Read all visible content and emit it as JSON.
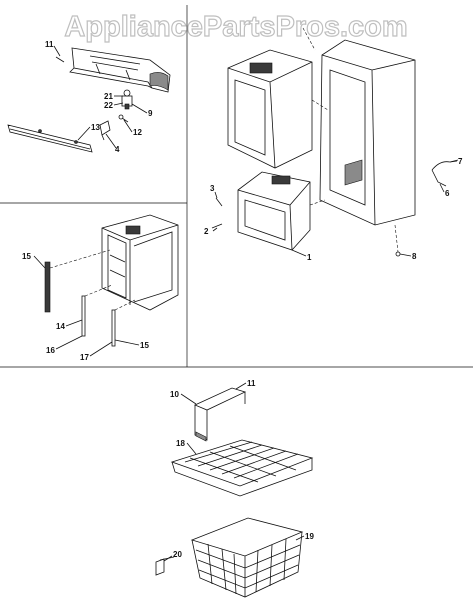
{
  "watermark": "AppliancePartsPros.com",
  "callouts": [
    "11",
    "21",
    "22",
    "9",
    "12",
    "13",
    "4",
    "15",
    "14",
    "16",
    "17",
    "15",
    "3",
    "2",
    "1",
    "7",
    "6",
    "8",
    "10",
    "11",
    "18",
    "19",
    "20"
  ]
}
